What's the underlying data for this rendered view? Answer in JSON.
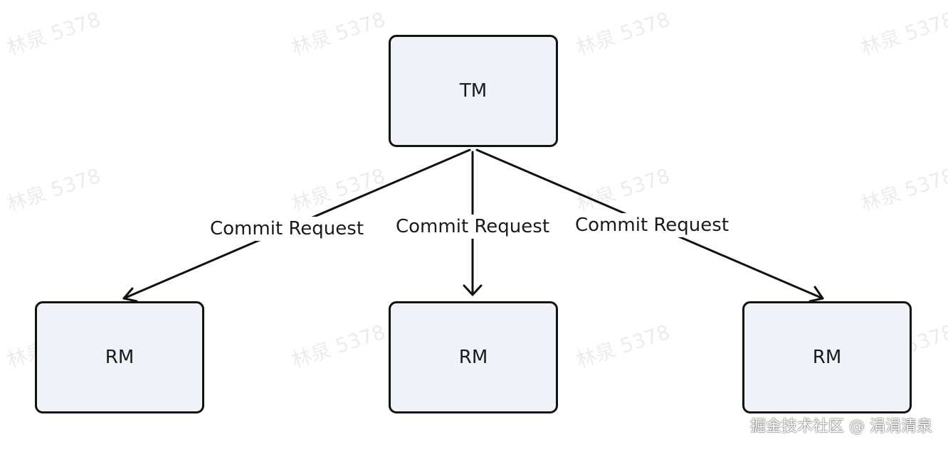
{
  "watermark": {
    "text": "林泉 5378"
  },
  "diagram": {
    "nodes": {
      "tm": {
        "label": "TM"
      },
      "rm_left": {
        "label": "RM"
      },
      "rm_center": {
        "label": "RM"
      },
      "rm_right": {
        "label": "RM"
      }
    },
    "edges": [
      {
        "from": "tm",
        "to": "rm_left",
        "label": "Commit Request"
      },
      {
        "from": "tm",
        "to": "rm_center",
        "label": "Commit Request"
      },
      {
        "from": "tm",
        "to": "rm_right",
        "label": "Commit Request"
      }
    ]
  },
  "credit": {
    "text": "掘金技术社区 @ 涓涓清泉"
  },
  "colors": {
    "node_fill": "#f0f2f9",
    "stroke": "#111111",
    "text": "#1a1a1a"
  }
}
